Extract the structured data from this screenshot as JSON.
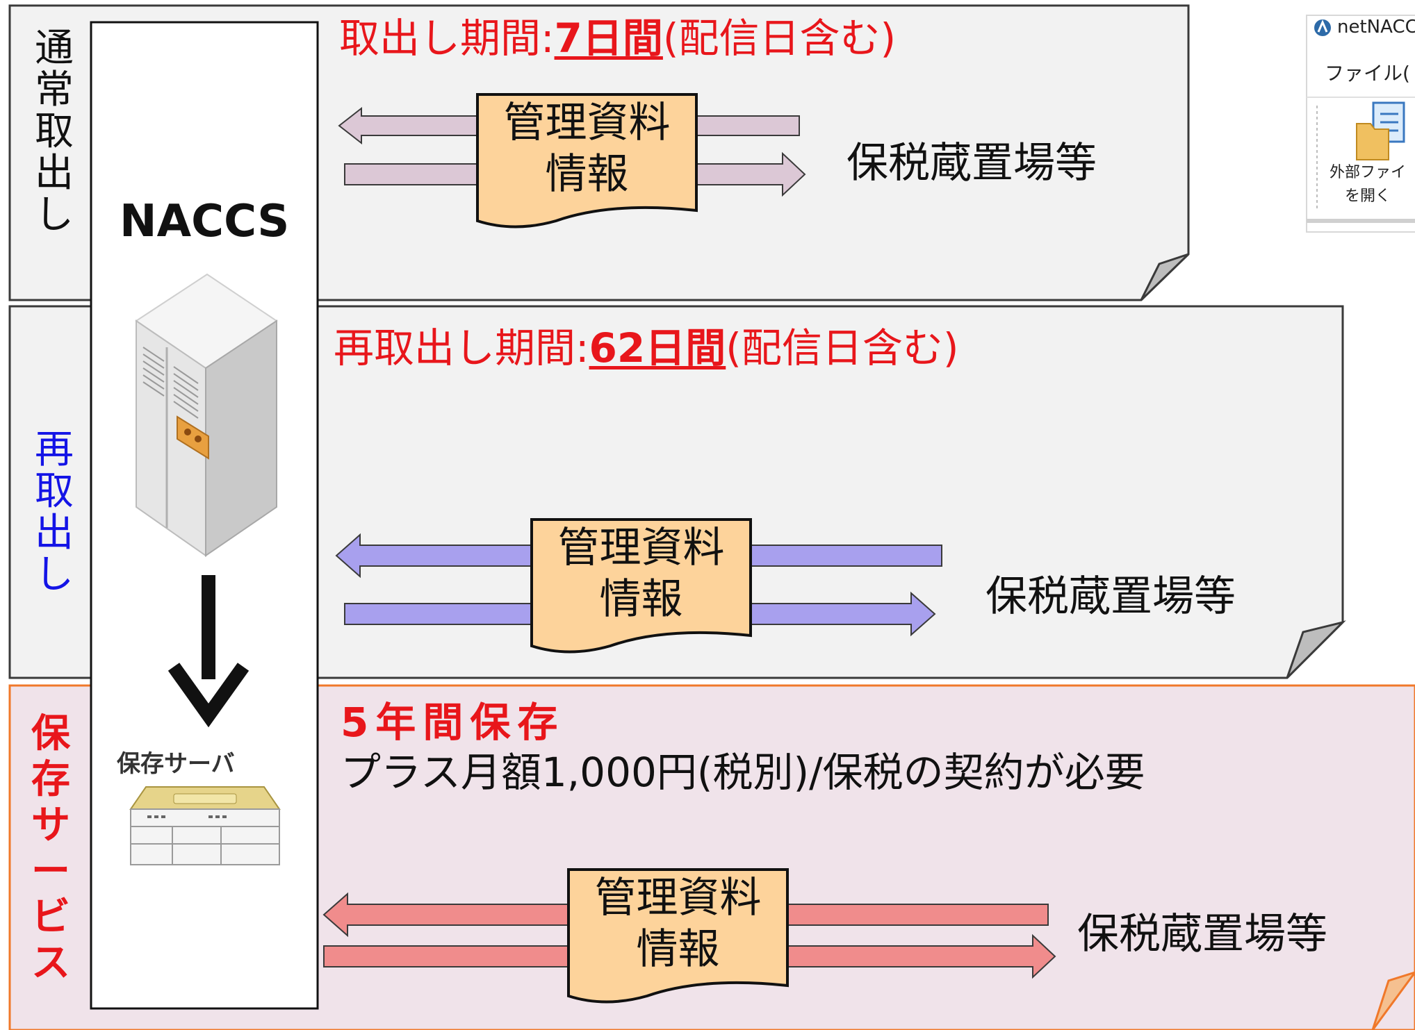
{
  "sections": {
    "normal": {
      "label": [
        "通",
        "常",
        "取",
        "出",
        "し"
      ],
      "period_prefix": "取出し期間:",
      "period_value": "7日間",
      "period_suffix": "(配信日含む)",
      "doc_line1": "管理資料",
      "doc_line2": "情報",
      "destination": "保税蔵置場等",
      "arrow_color": "#dcc8d6"
    },
    "reissue": {
      "label": [
        "再",
        "取",
        "出",
        "し"
      ],
      "period_prefix": "再取出し期間:",
      "period_value": "62日間",
      "period_suffix": "(配信日含む)",
      "doc_line1": "管理資料",
      "doc_line2": "情報",
      "destination": "保税蔵置場等",
      "arrow_color": "#a8a0ee"
    },
    "storage": {
      "label": [
        "保",
        "存",
        "サ",
        "ー",
        "ビ",
        "ス"
      ],
      "title": "5年間保存",
      "subtitle": "プラス月額1,000円(税別)/保税の契約が必要",
      "doc_line1": "管理資料",
      "doc_line2": "情報",
      "destination": "保税蔵置場等",
      "arrow_color": "#f08c8c"
    }
  },
  "naccs_label": "NACCS",
  "storage_server_label": "保存サーバ",
  "app_window": {
    "title": "netNACC",
    "menu": "ファイル(",
    "button_line1": "外部ファイ",
    "button_line2": "を開く"
  },
  "colors": {
    "red_text": "#e8161b",
    "blue_text": "#1414e6",
    "doc_fill": "#fdd39b",
    "panel_fill": "#f2f2f2",
    "storage_fill": "#f0e3ea",
    "storage_border": "#f0782a"
  }
}
